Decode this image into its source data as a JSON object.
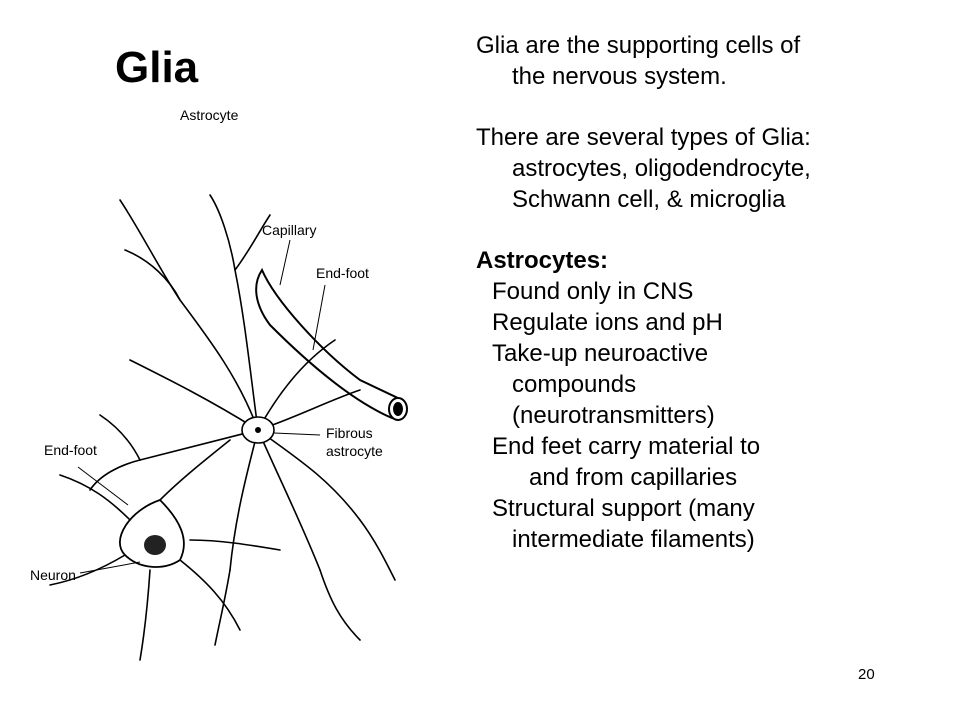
{
  "title": "Glia",
  "figure": {
    "labels": {
      "astrocyte": "Astrocyte",
      "capillary": "Capillary",
      "end_foot_top": "End-foot",
      "fibrous_1": "Fibrous",
      "fibrous_2": "astrocyte",
      "end_foot_left": "End-foot",
      "neuron": "Neuron"
    }
  },
  "text": {
    "intro_1": "Glia are the supporting cells of",
    "intro_2": "the nervous system.",
    "types_1": "There are several types of Glia:",
    "types_2": "astrocytes, oligodendrocyte,",
    "types_3": "Schwann cell, & microglia",
    "astro_heading": "Astrocytes:",
    "bullet_1": "Found only in CNS",
    "bullet_2": "Regulate ions and pH",
    "bullet_3a": "Take-up neuroactive",
    "bullet_3b": "compounds",
    "bullet_3c": "(neurotransmitters)",
    "bullet_4a": "End feet carry material to",
    "bullet_4b": "and from capillaries",
    "bullet_5a": "Structural support (many",
    "bullet_5b": "intermediate filaments)"
  },
  "page_number": "20"
}
